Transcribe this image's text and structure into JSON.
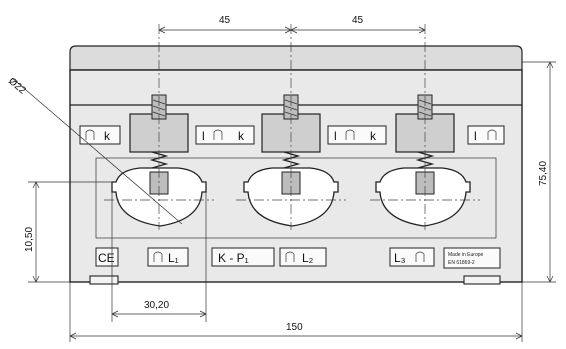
{
  "dimensions": {
    "pitch_left": "45",
    "pitch_right": "45",
    "diameter": "Ø22",
    "height_total": "75,40",
    "height_window": "10,50",
    "window_width": "30,20",
    "width_total": "150"
  },
  "terminal_labels": {
    "t1": "k",
    "t2": "l",
    "t3": "k",
    "t4": "l",
    "t5": "k",
    "t6": "l",
    "l1": "L₁",
    "kp1": "K - P₁",
    "l2": "L₂",
    "l3": "L₃"
  },
  "marks": {
    "ce": "CE",
    "nameplate_line1": "Made in Europe",
    "nameplate_line2": "EN 61869-2"
  }
}
